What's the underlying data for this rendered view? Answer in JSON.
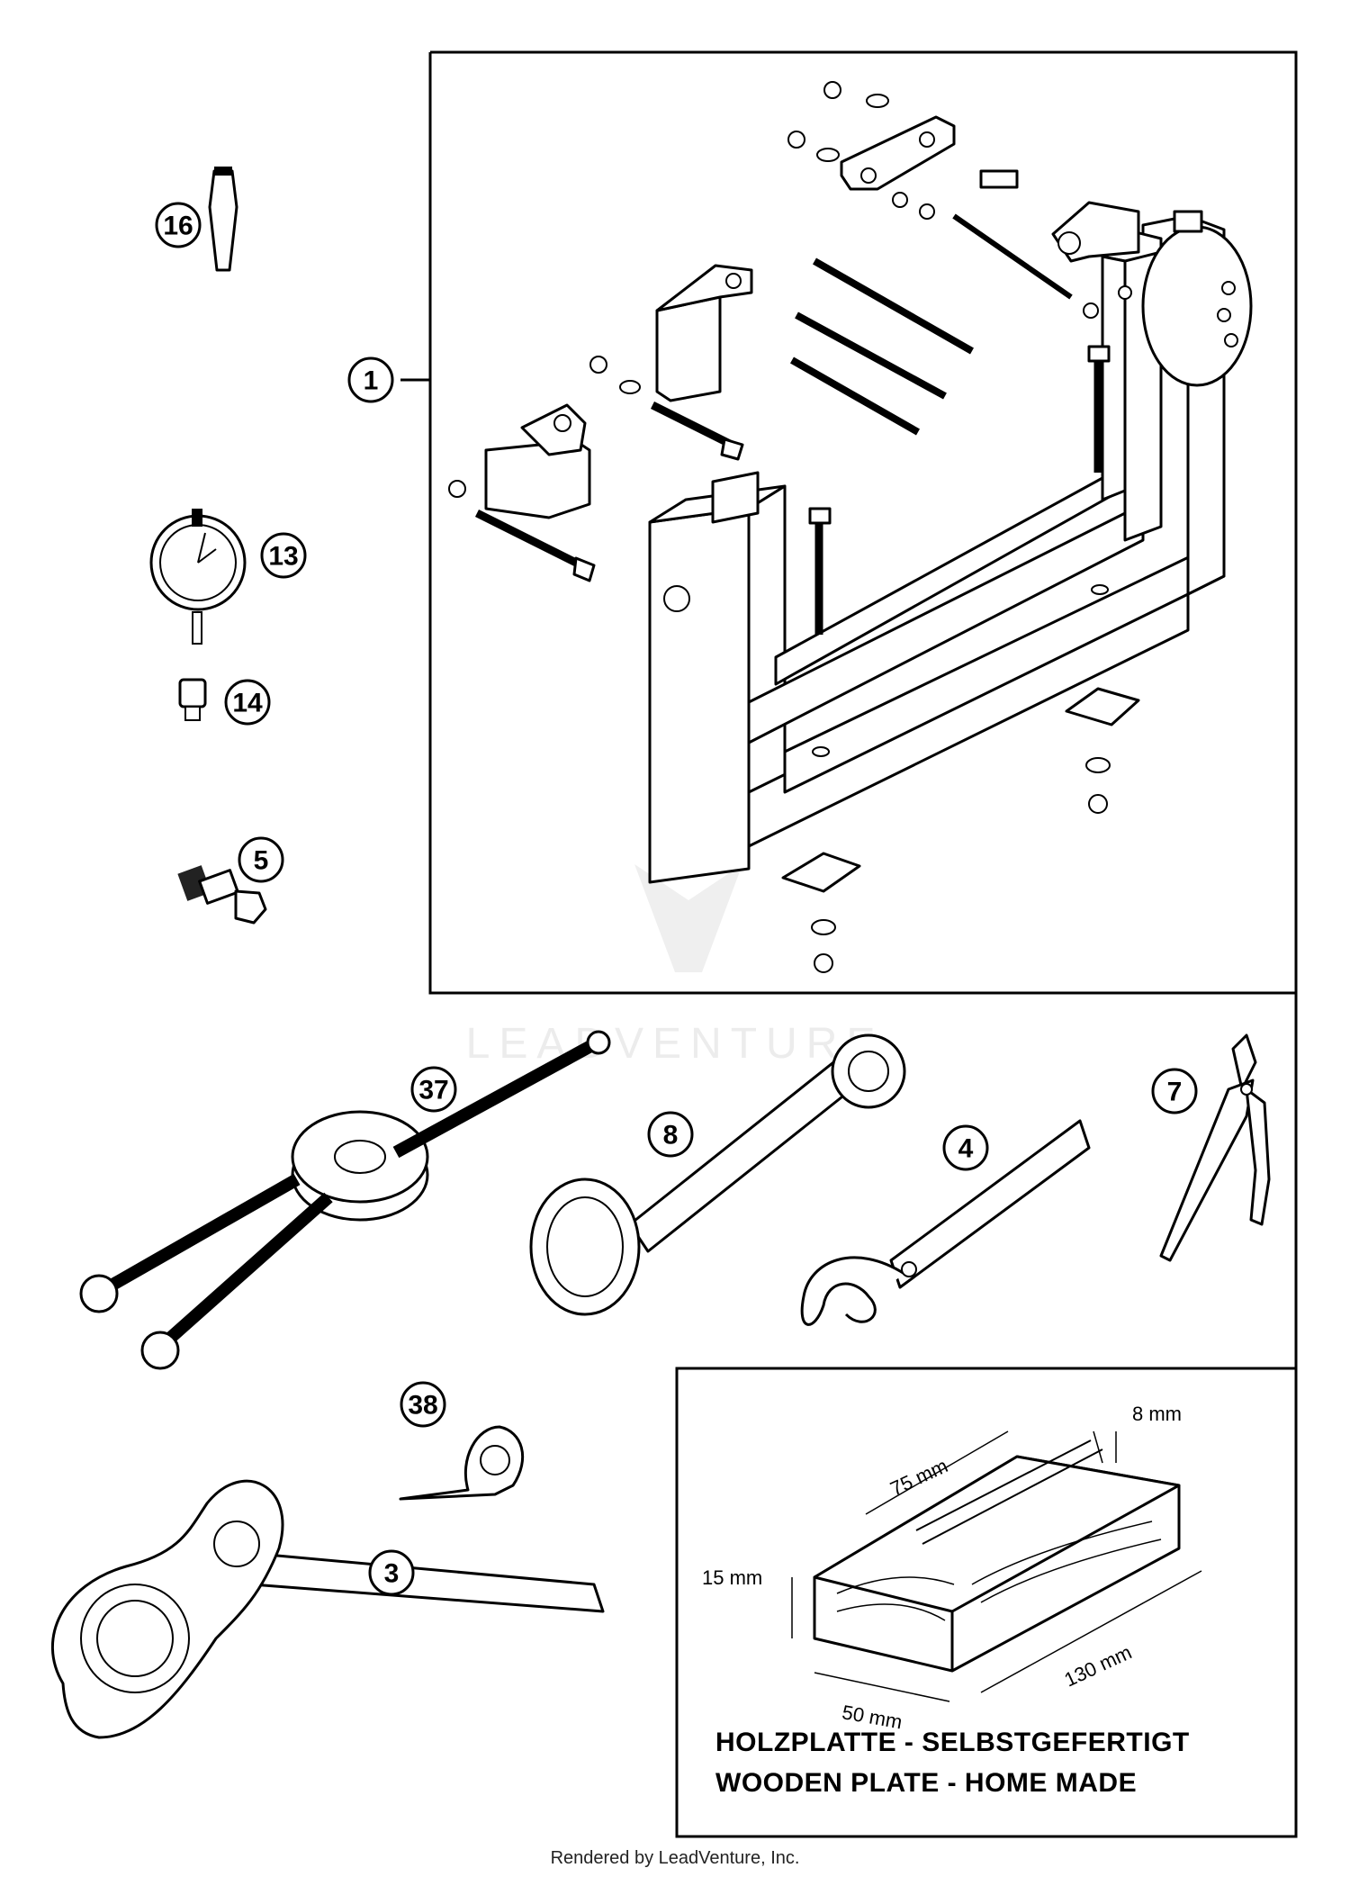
{
  "callouts": {
    "c1": "1",
    "c3": "3",
    "c4": "4",
    "c5": "5",
    "c7": "7",
    "c8": "8",
    "c13": "13",
    "c14": "14",
    "c16": "16",
    "c37": "37",
    "c38": "38"
  },
  "wooden_plate": {
    "dim_width": "75 mm",
    "dim_slot": "8 mm",
    "dim_height": "15 mm",
    "dim_length": "130 mm",
    "dim_depth": "50 mm",
    "caption_de": "HOLZPLATTE - SELBSTGEFERTIGT",
    "caption_en": "WOODEN PLATE - HOME MADE"
  },
  "watermark": "LEADVENTURE",
  "footer": "Rendered by LeadVenture, Inc."
}
